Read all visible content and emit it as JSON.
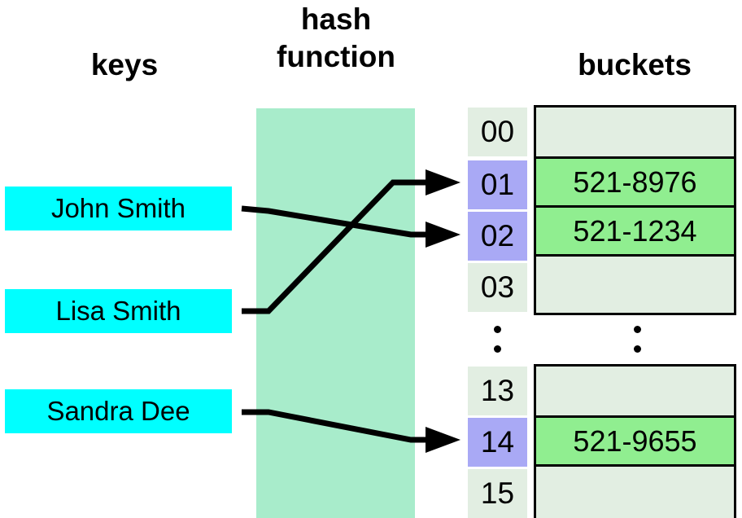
{
  "headings": {
    "keys": "keys",
    "hash_function": "hash\nfunction",
    "buckets": "buckets"
  },
  "colors": {
    "key_box": "#00ffff",
    "hash_band": "#a8eccb",
    "index_empty": "#e2eee2",
    "index_filled": "#a9a9f5",
    "bucket_empty": "#e2eee2",
    "bucket_filled": "#90ee90",
    "stroke": "#000000",
    "background": "#ffffff"
  },
  "keys": [
    {
      "label": "John Smith"
    },
    {
      "label": "Lisa Smith"
    },
    {
      "label": "Sandra Dee"
    }
  ],
  "indices": [
    {
      "label": "00",
      "state": "empty"
    },
    {
      "label": "01",
      "state": "filled"
    },
    {
      "label": "02",
      "state": "filled"
    },
    {
      "label": "03",
      "state": "empty"
    },
    {
      "label": "13",
      "state": "empty"
    },
    {
      "label": "14",
      "state": "filled"
    },
    {
      "label": "15",
      "state": "empty"
    }
  ],
  "buckets": [
    {
      "index": "00",
      "value": "",
      "state": "empty"
    },
    {
      "index": "01",
      "value": "521-8976",
      "state": "filled"
    },
    {
      "index": "02",
      "value": "521-1234",
      "state": "filled"
    },
    {
      "index": "03",
      "value": "",
      "state": "empty"
    },
    {
      "index": "13",
      "value": "",
      "state": "empty"
    },
    {
      "index": "14",
      "value": "521-9655",
      "state": "filled"
    },
    {
      "index": "15",
      "value": "",
      "state": "empty"
    }
  ],
  "ellipsis": {
    "glyph": "vertical-ellipsis",
    "dot_count": 2
  },
  "mappings": [
    {
      "key": "John Smith",
      "index": "02"
    },
    {
      "key": "Lisa Smith",
      "index": "01"
    },
    {
      "key": "Sandra Dee",
      "index": "14"
    }
  ]
}
